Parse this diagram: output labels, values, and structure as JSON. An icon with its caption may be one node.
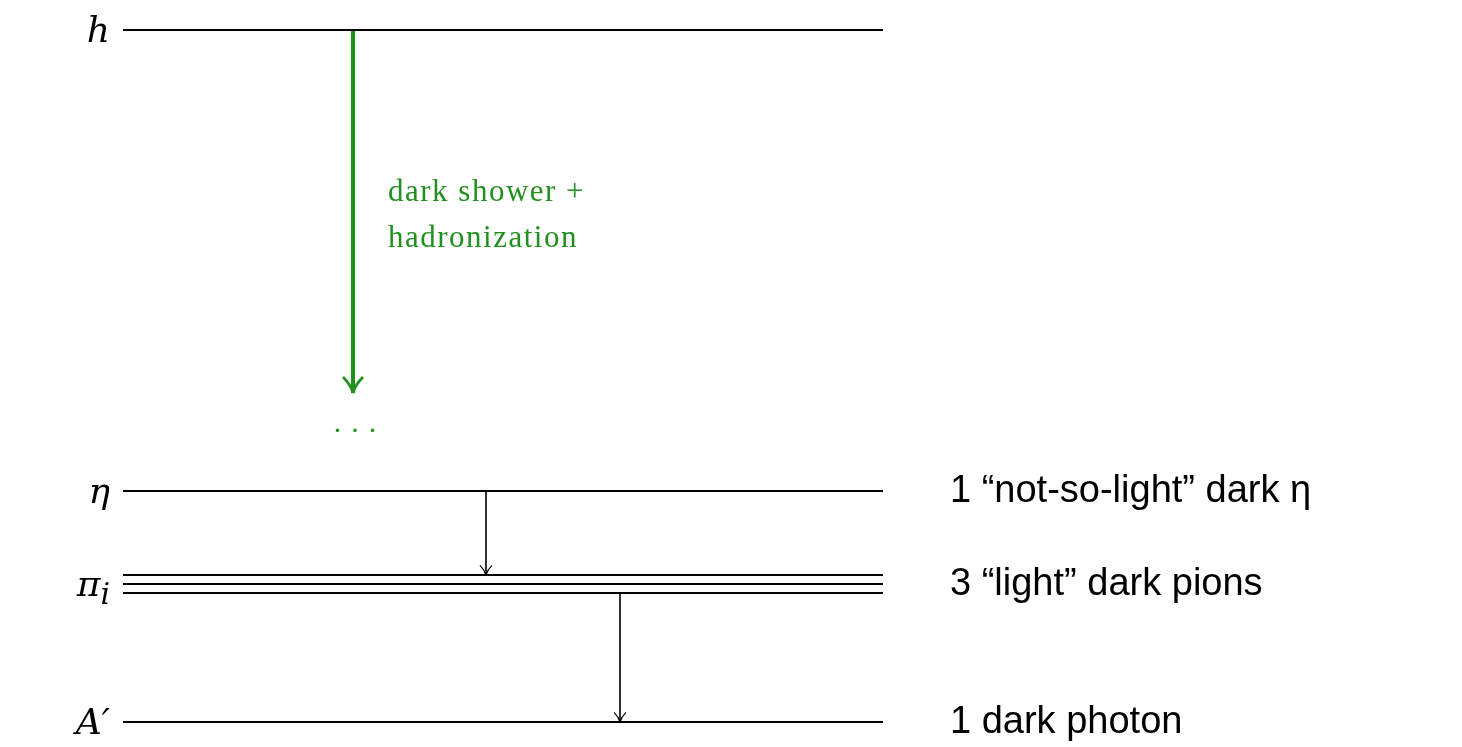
{
  "diagram": {
    "nodes": [
      {
        "text": [
          "h"
        ]
      },
      {
        "text": [
          "· · ·"
        ]
      },
      {
        "text": [
          "η"
        ],
        "beside": [
          "1 “not-so-light” dark η"
        ]
      },
      {
        "text": [
          "π$_{i}$"
        ],
        "beside": [
          "3 “light” dark pions"
        ]
      },
      {
        "text": [
          "A′"
        ],
        "beside": [
          "1 dark photon"
        ]
      }
    ],
    "edges": [
      {
        "from": 0,
        "to": 1,
        "arrow": "to",
        "label": "dark shower + hadronization",
        "style": "thick",
        "color": "#22901f"
      },
      {
        "from": 2,
        "to": 3,
        "arrow": "to"
      },
      {
        "from": 3,
        "to": 4,
        "arrow": "to"
      }
    ]
  }
}
